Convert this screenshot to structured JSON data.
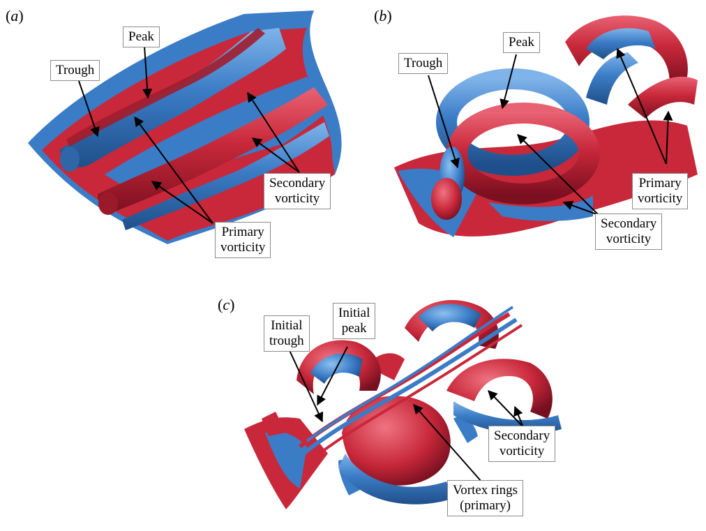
{
  "colors": {
    "blue": "#3b7cc6",
    "blue_dark": "#1f4f8a",
    "red": "#c8283a",
    "red_dark": "#8a1424",
    "label_border": "#8a8a8a"
  },
  "panels": {
    "a": {
      "letter": "a",
      "labels": {
        "peak": "Peak",
        "trough": "Trough",
        "secondary": [
          "Secondary",
          "vorticity"
        ],
        "primary": [
          "Primary",
          "vorticity"
        ]
      }
    },
    "b": {
      "letter": "b",
      "labels": {
        "peak": "Peak",
        "trough": "Trough",
        "secondary": [
          "Secondary",
          "vorticity"
        ],
        "primary": [
          "Primary",
          "vorticity"
        ]
      }
    },
    "c": {
      "letter": "c",
      "labels": {
        "initial_trough": [
          "Initial",
          "trough"
        ],
        "initial_peak": [
          "Initial",
          "peak"
        ],
        "secondary": [
          "Secondary",
          "vorticity"
        ],
        "rings": [
          "Vortex rings",
          "(primary)"
        ]
      }
    }
  }
}
